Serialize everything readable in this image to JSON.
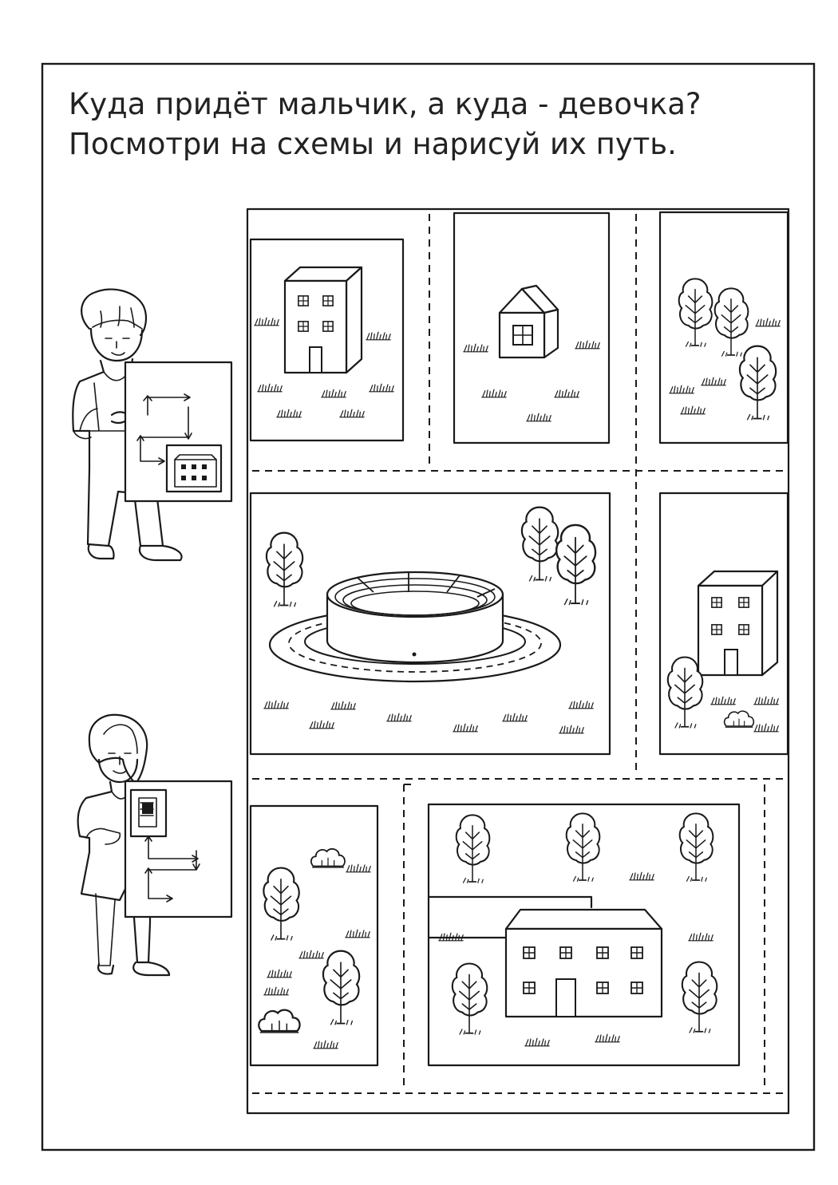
{
  "task": {
    "line1": "Куда придёт мальчик, а куда - девочка?",
    "line2": "Посмотри на схемы и нарисуй их путь."
  },
  "characters": [
    {
      "role": "boy",
      "scheme_route": [
        "right",
        "down",
        "left",
        "down",
        "right"
      ],
      "destination_icon": "school-building-icon"
    },
    {
      "role": "girl",
      "scheme_route": [
        "down",
        "right",
        "down",
        "right"
      ],
      "destination_icon": "tall-house-icon"
    }
  ],
  "map_blocks": [
    {
      "name": "block-tall-house",
      "content": [
        "tall-house-icon",
        "grass-icon"
      ]
    },
    {
      "name": "block-small-house",
      "content": [
        "small-house-icon",
        "grass-icon"
      ]
    },
    {
      "name": "block-forest",
      "content": [
        "tree-icon",
        "grass-icon"
      ]
    },
    {
      "name": "block-stadium",
      "content": [
        "stadium-icon",
        "tree-icon",
        "grass-icon"
      ]
    },
    {
      "name": "block-apartment",
      "content": [
        "tall-house-icon",
        "tree-icon",
        "bush-icon",
        "grass-icon"
      ]
    },
    {
      "name": "block-park",
      "content": [
        "tree-icon",
        "bush-icon",
        "grass-icon"
      ]
    },
    {
      "name": "block-school",
      "content": [
        "school-building-icon",
        "tree-icon",
        "grass-icon"
      ]
    }
  ]
}
